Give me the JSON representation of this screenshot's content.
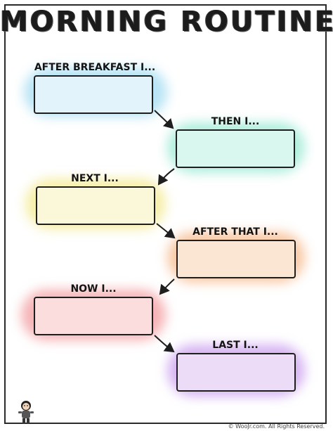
{
  "title": "MORNING ROUTINE",
  "steps": [
    {
      "label": "AFTER BREAKFAST I...",
      "fill": "#e2f3fb",
      "glow": "#b8e4f5"
    },
    {
      "label": "THEN I...",
      "fill": "#d9f7ef",
      "glow": "#aeeedc"
    },
    {
      "label": "NEXT I...",
      "fill": "#fbf8d9",
      "glow": "#f6efa8"
    },
    {
      "label": "AFTER THAT I...",
      "fill": "#fbe6d4",
      "glow": "#f9c8a4"
    },
    {
      "label": "NOW I...",
      "fill": "#fbdddd",
      "glow": "#f6b3b6"
    },
    {
      "label": "LAST I...",
      "fill": "#ecdcf8",
      "glow": "#d6b3f2"
    }
  ],
  "footer": "© WooJr.com. All Rights Reserved.",
  "icons": {
    "arrow": "curved-arrow-icon",
    "mascot": "mascot-icon"
  }
}
